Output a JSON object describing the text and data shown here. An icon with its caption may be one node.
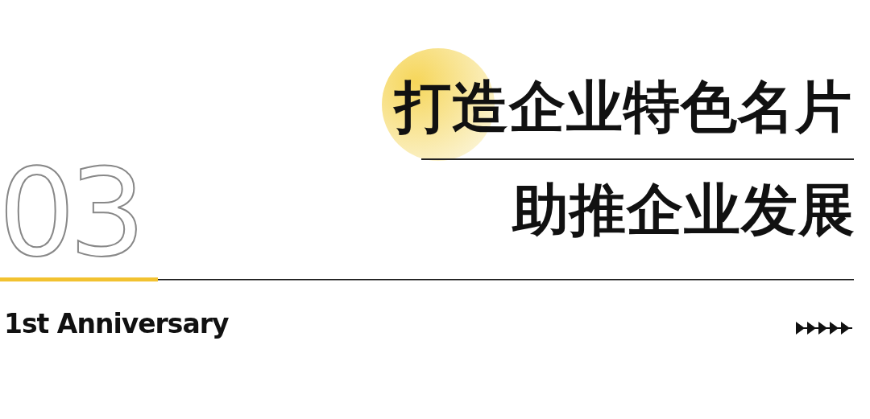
{
  "diagram": {
    "labels": [
      "打造企业特色名片",
      "03",
      "助推企业发展",
      "1st Anniversary"
    ]
  }
}
